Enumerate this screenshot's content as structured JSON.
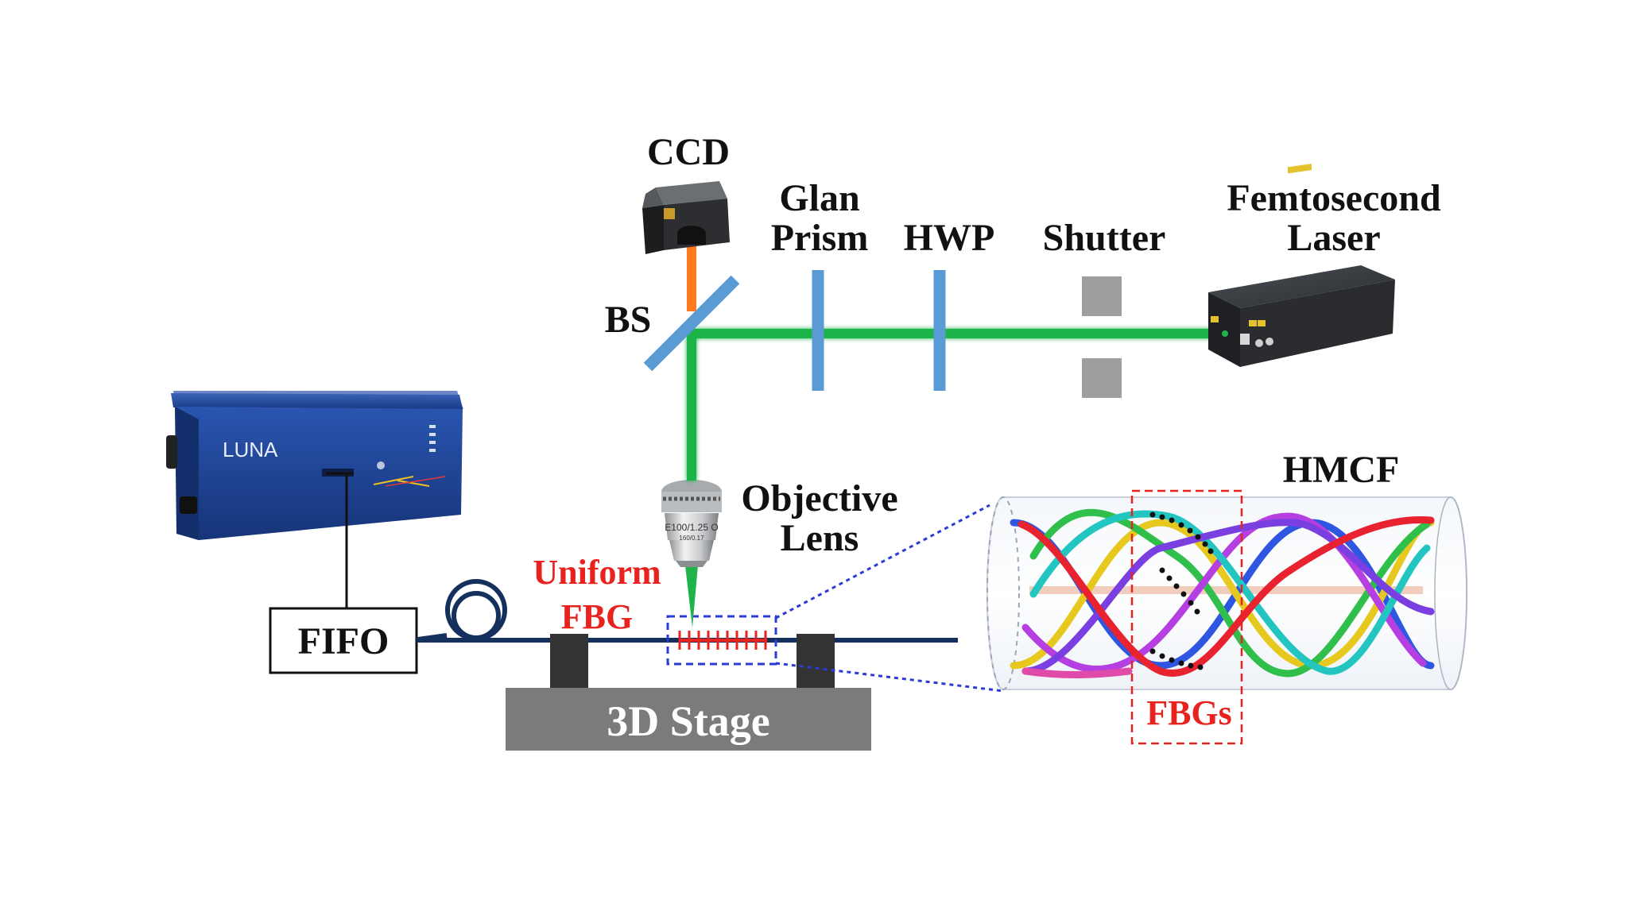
{
  "labels": {
    "ccd": "CCD",
    "glan_line1": "Glan",
    "glan_line2": "Prism",
    "hwp": "HWP",
    "shutter": "Shutter",
    "laser_line1": "Femtosecond",
    "laser_line2": "Laser",
    "bs": "BS",
    "objective_line1": "Objective",
    "objective_line2": "Lens",
    "uniform_line1": "Uniform",
    "uniform_line2": "FBG",
    "fifo": "FIFO",
    "stage": "3D Stage",
    "hmcf": "HMCF",
    "fbgs": "FBGs",
    "luna_brand": "LUNA",
    "objective_marking1": "E100/1.25 O",
    "objective_marking2": "160/0.17"
  },
  "colors": {
    "laser_beam": "#1fb34a",
    "ccd_beam": "#ff7a1f",
    "optics": "#5b9bd5",
    "shutter": "#9e9e9e",
    "fiber": "#16305e",
    "grating": "#e8221f",
    "stage": "#7b7b7b",
    "luna_body": "#1d3f8f",
    "core_colors": [
      "#e8222f",
      "#2f56e0",
      "#2fbf4a",
      "#e6c81e",
      "#b53fe0",
      "#22c5c0",
      "#e04aa8",
      "#7a3fe0"
    ]
  },
  "icons": [
    "ccd-camera-icon",
    "luna-instrument-icon",
    "femtosecond-laser-icon",
    "objective-lens-icon",
    "fiber-coil-icon"
  ]
}
